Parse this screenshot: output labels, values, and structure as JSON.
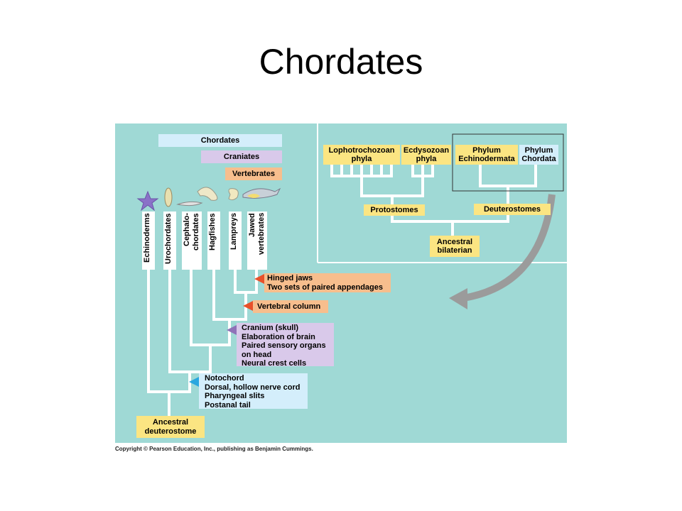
{
  "slide": {
    "title": "Chordates"
  },
  "left_panel": {
    "headers": {
      "chordates": "Chordates",
      "craniates": "Craniates",
      "vertebrates": "Vertebrates"
    },
    "taxa": [
      "Echinoderms",
      "Urochordates",
      "Cephalo-\nchordates",
      "Hagfishes",
      "Lampreys",
      "Jawed\nvertebrates"
    ],
    "characters": {
      "jaws": "Hinged jaws\nTwo sets of paired appendages",
      "vertebral": "Vertebral column",
      "cranium": "Cranium (skull)\nElaboration of brain\nPaired sensory organs\n   on head\nNeural crest cells",
      "notochord": "Notochord\nDorsal, hollow nerve cord\nPharyngeal slits\nPostanal tail"
    },
    "root": "Ancestral\ndeuterostome"
  },
  "right_panel": {
    "groups": {
      "lopho": "Lophotrochozoan\nphyla",
      "ecdy": "Ecdysozoan\nphyla",
      "echino": "Phylum\nEchinodermata",
      "chordata": "Phylum\nChordata"
    },
    "protostomes": "Protostomes",
    "deuterostomes": "Deuterostomes",
    "root": "Ancestral\nbilaterian"
  },
  "colors": {
    "background": "#9fd9d5",
    "chordates": "#d4eefb",
    "craniates": "#d9c9ea",
    "vertebrates": "#f7be8d",
    "ancestral": "#fbe582",
    "arrow_jaws": "#e8512a",
    "arrow_vertebral": "#e8512a",
    "arrow_cranium": "#8f72b8",
    "arrow_notochord": "#2aa7df"
  },
  "copyright": "Copyright © Pearson Education, Inc., publishing as Benjamin Cummings."
}
